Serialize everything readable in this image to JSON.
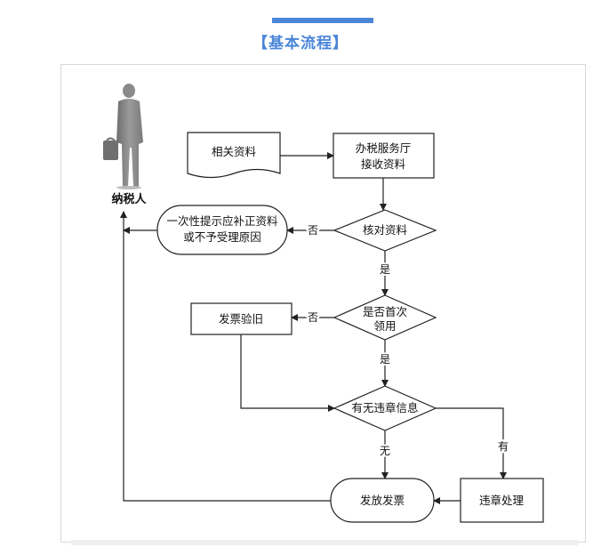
{
  "header": {
    "title": "【基本流程】"
  },
  "diagram": {
    "person": {
      "label": "纳税人"
    },
    "nodes": {
      "related_docs": "相关资料",
      "tax_hall_line1": "办税服务厅",
      "tax_hall_line2": "接收资料",
      "verify_docs": "核对资料",
      "notice_line1": "一次性提示应补正资料",
      "notice_line2": "或不予受理原因",
      "first_time_line1": "是否首次",
      "first_time_line2": "领用",
      "invoice_check": "发票验旧",
      "violation_info": "有无违章信息",
      "issue_invoice": "发放发票",
      "violation_handle": "违章处理"
    },
    "edges": {
      "verify_no": "否",
      "verify_yes": "是",
      "first_no": "否",
      "first_yes": "是",
      "violation_none": "无",
      "violation_has": "有"
    }
  },
  "colors": {
    "accent": "#4a86d8",
    "line": "#222222",
    "person": "#8a8a8a"
  }
}
